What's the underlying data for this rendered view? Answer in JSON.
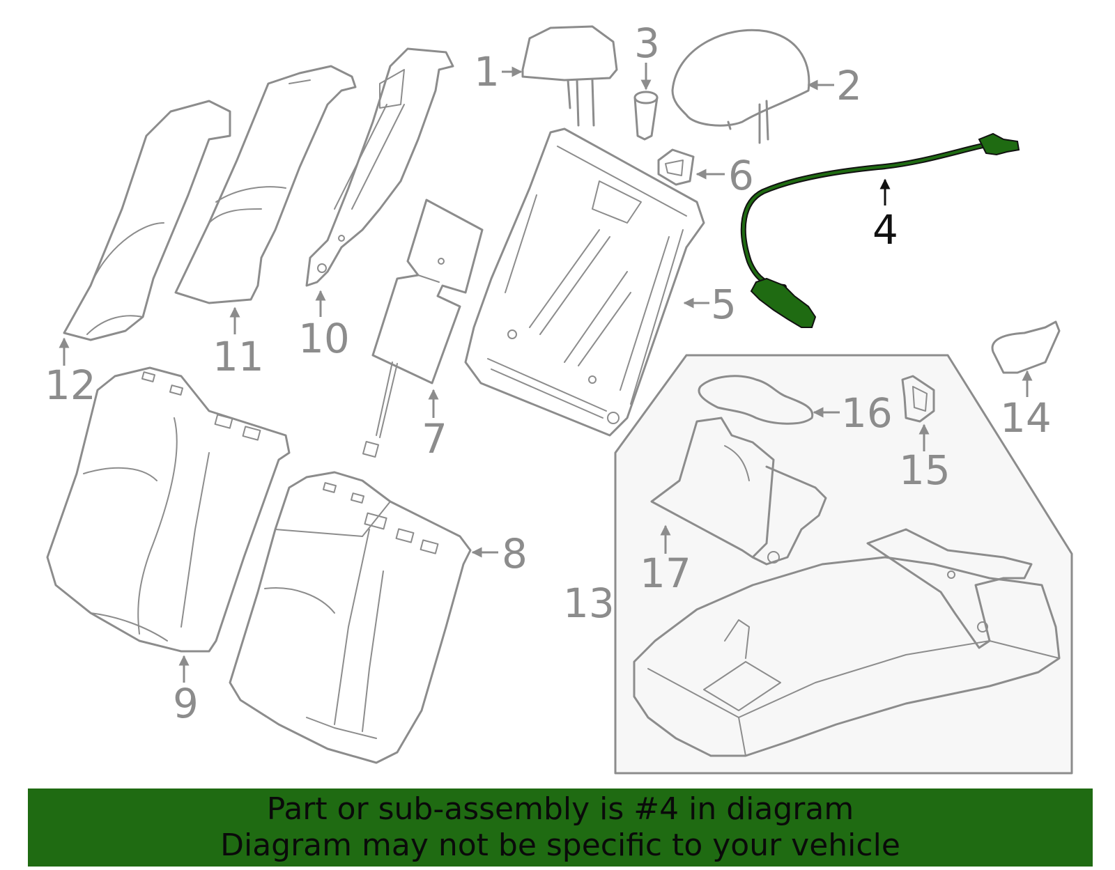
{
  "diagram": {
    "callouts": [
      {
        "id": "1",
        "label": "1"
      },
      {
        "id": "2",
        "label": "2"
      },
      {
        "id": "3",
        "label": "3"
      },
      {
        "id": "4",
        "label": "4",
        "highlighted": true
      },
      {
        "id": "5",
        "label": "5"
      },
      {
        "id": "6",
        "label": "6"
      },
      {
        "id": "7",
        "label": "7"
      },
      {
        "id": "8",
        "label": "8"
      },
      {
        "id": "9",
        "label": "9"
      },
      {
        "id": "10",
        "label": "10"
      },
      {
        "id": "11",
        "label": "11"
      },
      {
        "id": "12",
        "label": "12"
      },
      {
        "id": "13",
        "label": "13"
      },
      {
        "id": "14",
        "label": "14"
      },
      {
        "id": "15",
        "label": "15"
      },
      {
        "id": "16",
        "label": "16"
      },
      {
        "id": "17",
        "label": "17"
      }
    ],
    "colors": {
      "outline": "#8c8c8c",
      "highlight_part": "#1f6b12",
      "highlight_label": "#111111",
      "inset_background": "#f7f7f7"
    }
  },
  "banner": {
    "line1": "Part or sub-assembly is #4 in diagram",
    "line2": "Diagram may not be specific to your vehicle",
    "background": "#1f6b12"
  }
}
